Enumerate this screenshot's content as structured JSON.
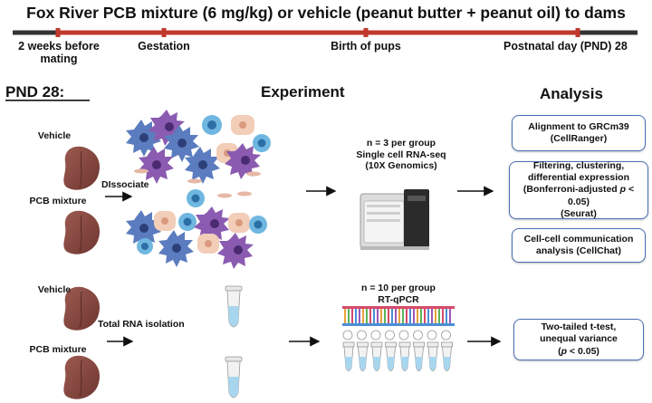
{
  "title": "Fox River PCB mixture (6 mg/kg) or vehicle (peanut butter + peanut oil) to dams",
  "timeline": {
    "pre_mating_line1": "2 weeks before",
    "pre_mating_line2": "mating",
    "gestation": "Gestation",
    "birth": "Birth of pups",
    "pnd28": "Postnatal day (PND) 28"
  },
  "sections": {
    "pnd": "PND 28:",
    "experiment": "Experiment",
    "analysis": "Analysis"
  },
  "top_row": {
    "vehicle": "Vehicle",
    "pcb": "PCB mixture",
    "step": "DIssociate",
    "n_line": "n = 3 per group",
    "method_line1": "Single cell RNA-seq",
    "method_line2": "(10X Genomics)"
  },
  "analysis_boxes": {
    "box1_line1": "Alignment to GRCm39",
    "box1_line2": "(CellRanger)",
    "box2_line1": "Filtering, clustering,",
    "box2_line2": "differential expression",
    "box2_line3_pre": "(Bonferroni-adjusted ",
    "box2_line3_p": "p",
    "box2_line3_post": " < 0.05)",
    "box2_line4": "(Seurat)",
    "box3_line1": "Cell-cell communication",
    "box3_line2": "analysis (CellChat)"
  },
  "bottom_row": {
    "vehicle": "Vehicle",
    "pcb": "PCB mixture",
    "step": "Total RNA isolation",
    "n_line": "n = 10 per group",
    "method": "RT-qPCR",
    "result_line1": "Two-tailed t-test,",
    "result_line2": "unequal variance",
    "result_line3_pre": "(",
    "result_line3_p": "p",
    "result_line3_post": " < 0.05)"
  },
  "colors": {
    "timeline_red": "#c0392b",
    "timeline_dark": "#333333",
    "liver": "#8b4a42",
    "box_border": "#4a6fb5",
    "tube_liquid": "#a9d6ef"
  }
}
